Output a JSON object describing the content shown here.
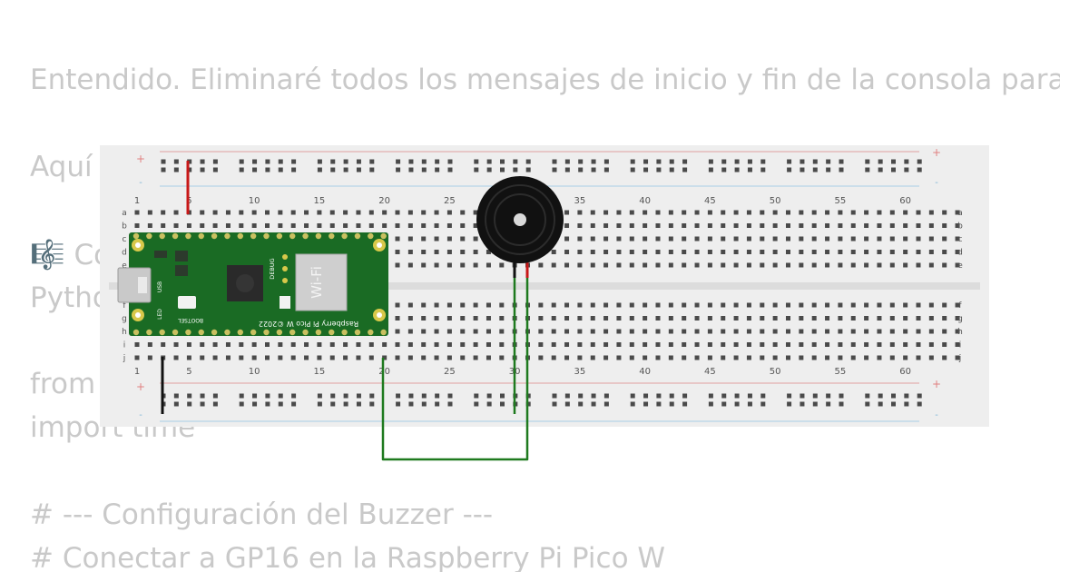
{
  "background_text": {
    "line1": "Entendido. Eliminaré todos los mensajes de inicio y fin de la consola para que",
    "line2": "Aquí t",
    "line3_icon": "music-score-icon",
    "line3": "Co",
    "line4": "Pytho",
    "line5": "from",
    "line6": "import time",
    "line7": "# --- Configuración del Buzzer ---",
    "line8": "# Conectar a GP16 en la Raspberry Pi Pico W"
  },
  "breadboard": {
    "column_numbers": [
      "1",
      "5",
      "10",
      "15",
      "20",
      "25",
      "30",
      "35",
      "40",
      "45",
      "50",
      "55",
      "60"
    ],
    "row_letters_top": [
      "a",
      "b",
      "c",
      "d",
      "e"
    ],
    "row_letters_bottom": [
      "f",
      "g",
      "h",
      "i",
      "j"
    ],
    "rail_plus": "+",
    "rail_minus": "-",
    "colors": {
      "board": "#eeeeee",
      "hole": "#4a4a4a",
      "rail_red": "#e0a0a0",
      "rail_blue": "#a8cfe6"
    }
  },
  "pico": {
    "label_wifi": "Wi-Fi",
    "label_debug": "DEBUG",
    "label_bootsel": "BOOTSEL",
    "label_usb": "USB",
    "label_led": "LED",
    "label_model": "Raspberry Pi Pico W ©2022",
    "color": "#1a6b24"
  },
  "buzzer": {
    "color": "#111111"
  },
  "wires": {
    "red": "#c81818",
    "black": "#111111",
    "green": "#1f7a1f"
  }
}
